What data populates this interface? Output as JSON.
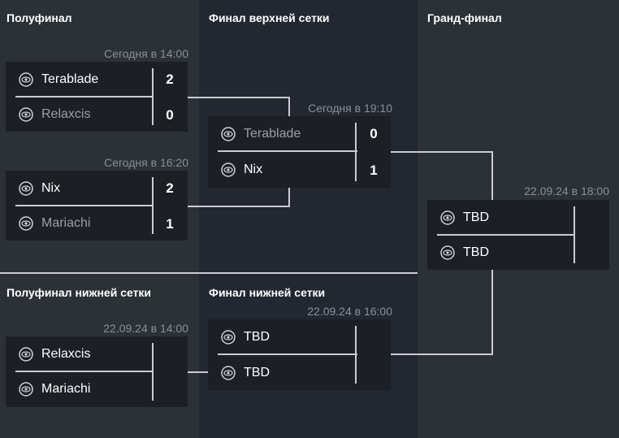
{
  "rounds": {
    "semifinal": "Полуфинал",
    "upper_final": "Финал верхней сетки",
    "grand_final": "Гранд-финал",
    "lower_semifinal": "Полуфинал нижней сетки",
    "lower_final": "Финал нижней сетки"
  },
  "matches": {
    "sf1": {
      "time": "Сегодня в 14:00",
      "team1": {
        "name": "Terablade",
        "score": "2"
      },
      "team2": {
        "name": "Relaxcis",
        "score": "0"
      }
    },
    "sf2": {
      "time": "Сегодня в 16:20",
      "team1": {
        "name": "Nix",
        "score": "2"
      },
      "team2": {
        "name": "Mariachi",
        "score": "1"
      }
    },
    "uf": {
      "time": "Сегодня в 19:10",
      "team1": {
        "name": "Terablade",
        "score": "0"
      },
      "team2": {
        "name": "Nix",
        "score": "1"
      }
    },
    "gf": {
      "time": "22.09.24 в 18:00",
      "team1": {
        "name": "TBD",
        "score": ""
      },
      "team2": {
        "name": "TBD",
        "score": ""
      }
    },
    "lsf": {
      "time": "22.09.24 в 14:00",
      "team1": {
        "name": "Relaxcis",
        "score": ""
      },
      "team2": {
        "name": "Mariachi",
        "score": ""
      }
    },
    "lf": {
      "time": "22.09.24 в 16:00",
      "team1": {
        "name": "TBD",
        "score": ""
      },
      "team2": {
        "name": "TBD",
        "score": ""
      }
    }
  },
  "icons": {
    "team_logo": "team-logo-icon"
  },
  "colors": {
    "background": "#2c3037",
    "column_alt": "#23272f",
    "card": "#1c1f26",
    "line": "#c9ccd2",
    "muted_text": "#8a8f98"
  }
}
